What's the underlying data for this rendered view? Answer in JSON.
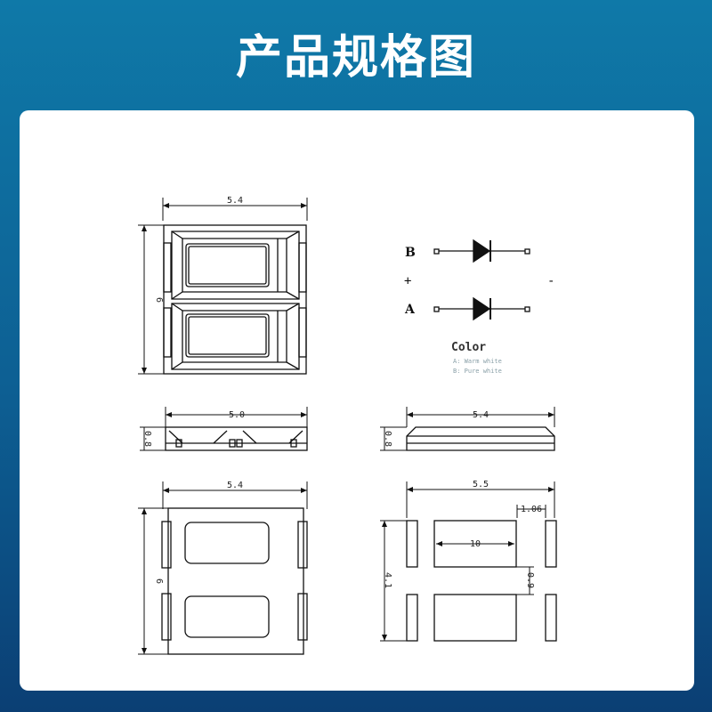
{
  "title": "产品规格图",
  "dimensions": {
    "top_width": "5.4",
    "top_height": "6",
    "side_front_width": "5.0",
    "side_front_height": "0.8",
    "side_right_width": "5.4",
    "side_right_height": "0.8",
    "bottom_width": "5.4",
    "bottom_height": "6",
    "pad_total_width": "5.5",
    "pad_small_width": "1.06",
    "pad_inner_width": "10",
    "pad_total_height": "4.1",
    "pad_gap": "0.9"
  },
  "schematic": {
    "label_b": "B",
    "label_a": "A",
    "plus": "+",
    "minus": "-",
    "color_title": "Color",
    "color_a": "A: Warm white",
    "color_b": "B: Pure white"
  }
}
